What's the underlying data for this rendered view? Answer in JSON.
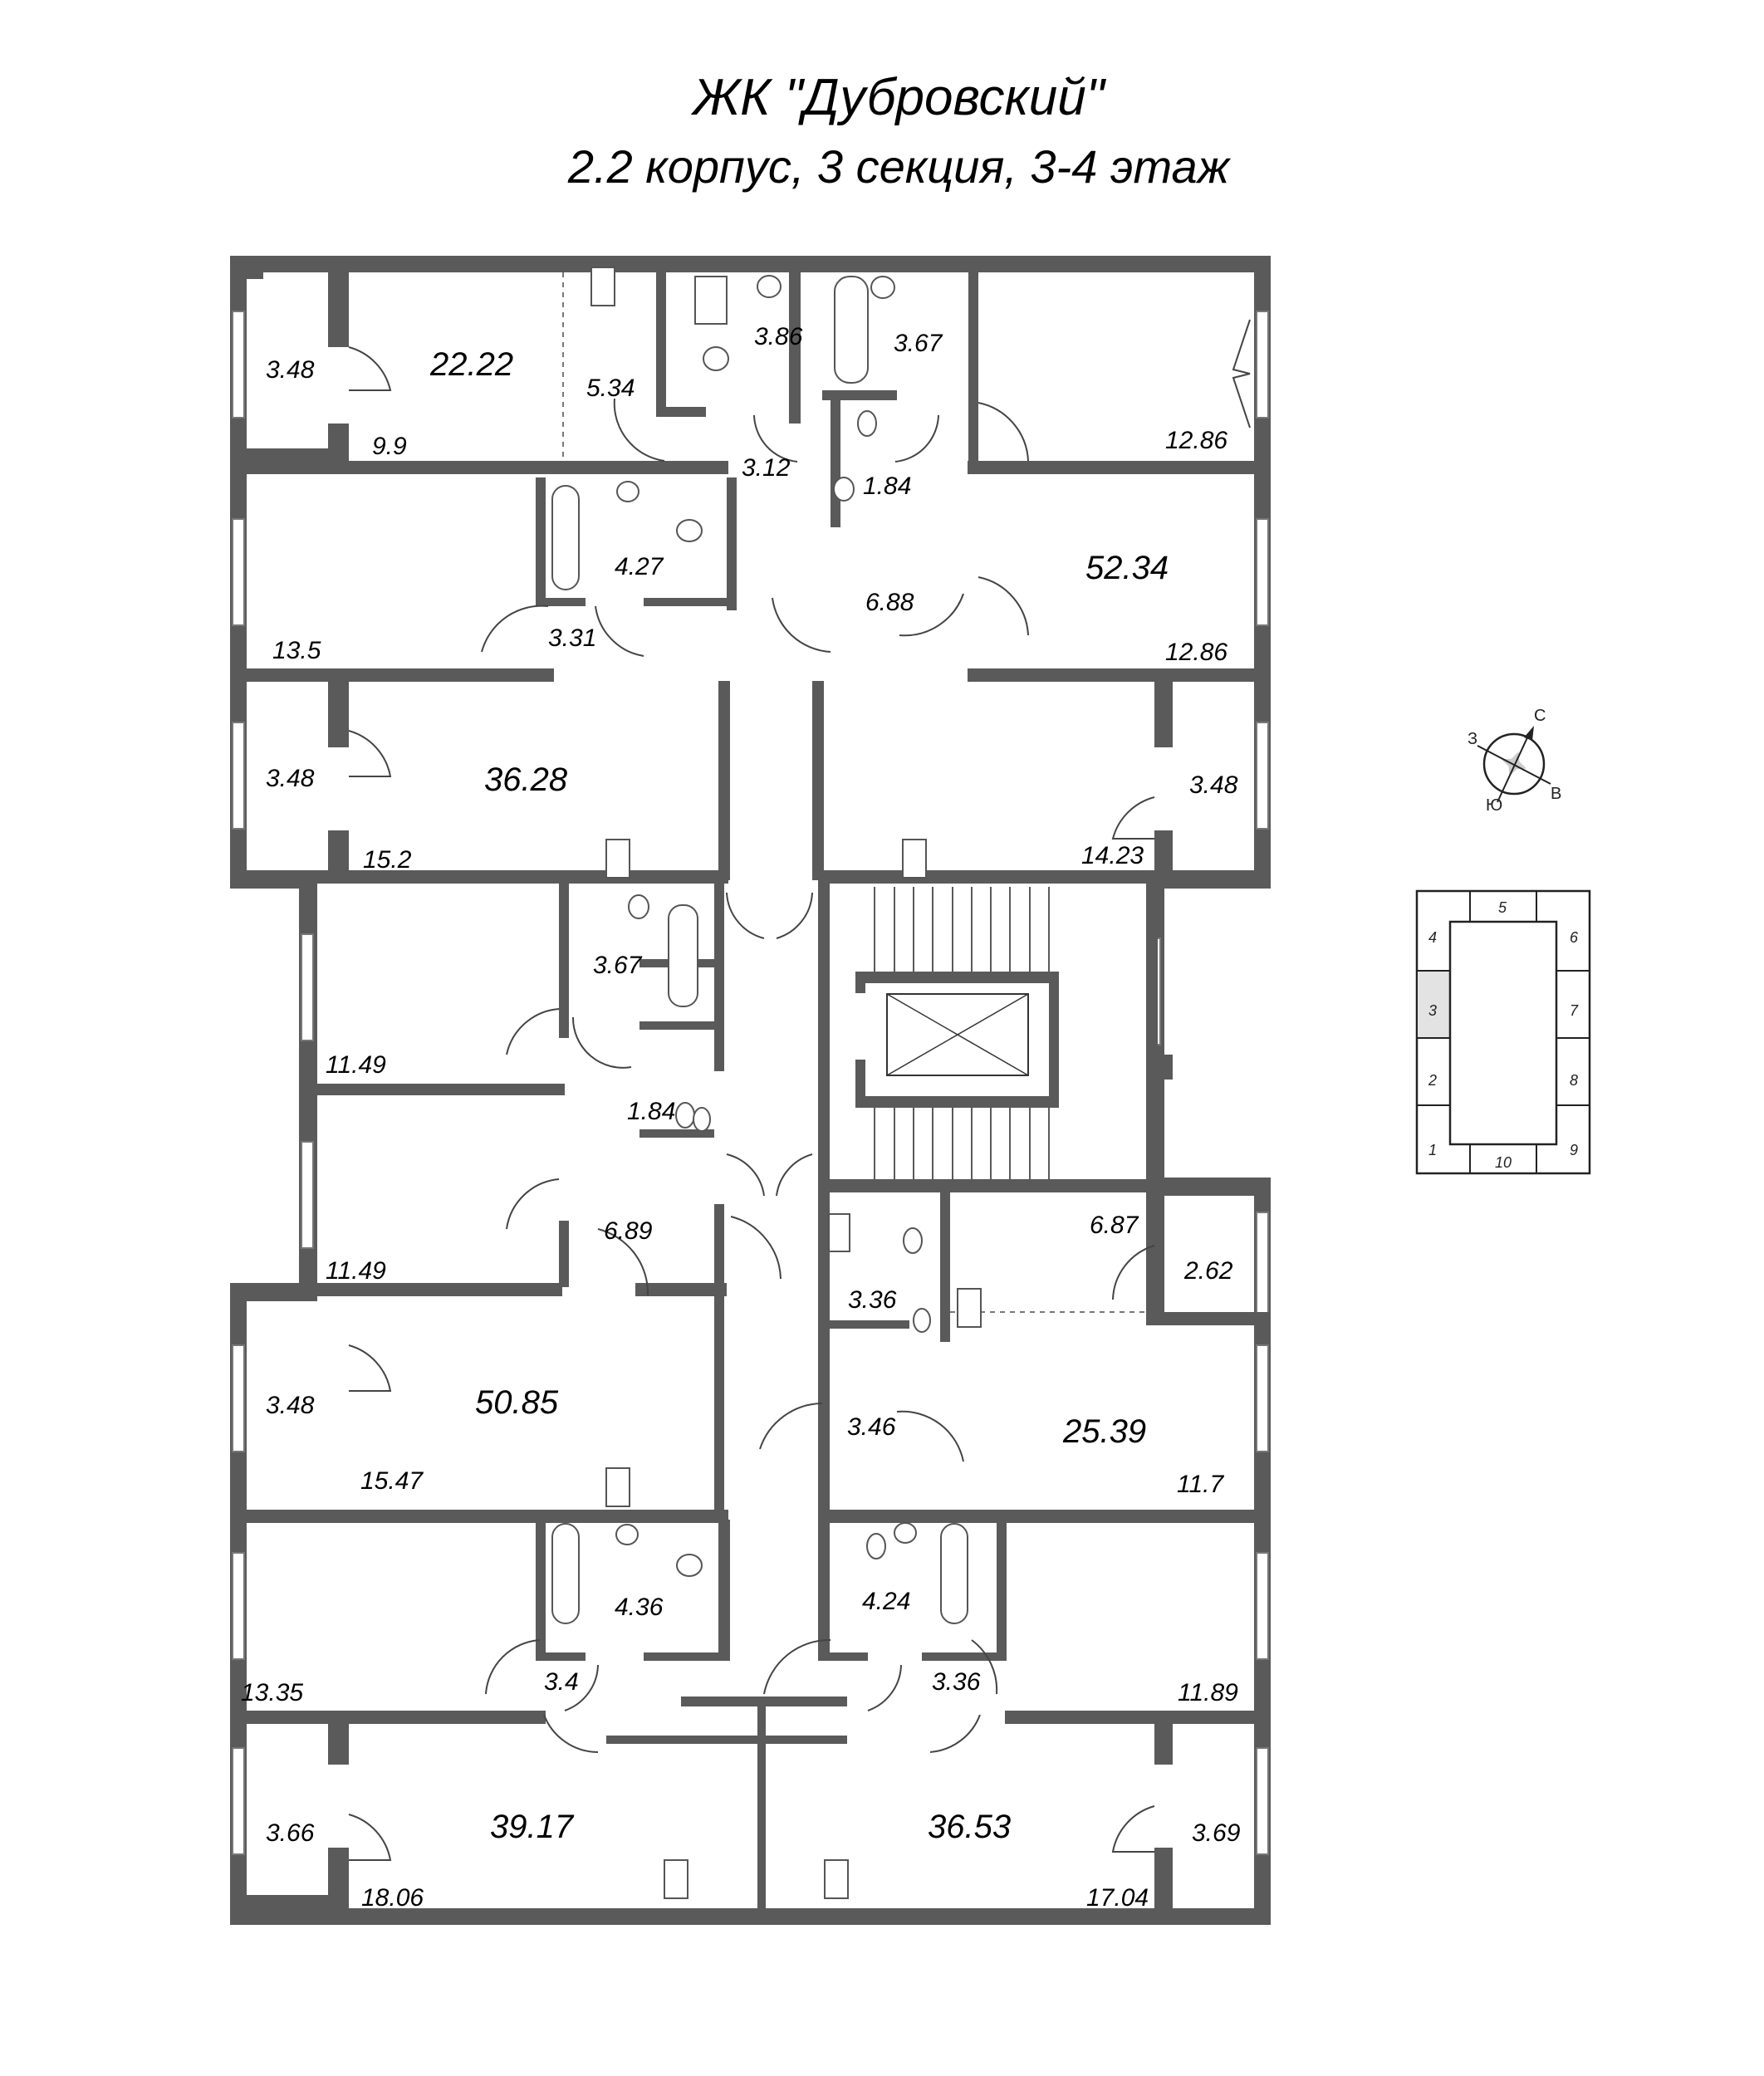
{
  "header": {
    "title": "ЖК \"Дубровский\"",
    "subtitle": "2.2 корпус, 3 секция, 3-4 этаж"
  },
  "colors": {
    "wall": "#5a5a5a",
    "highlight_section": "#e3e3e3"
  },
  "apartments": [
    {
      "id": "apt-top-left-studio",
      "total": "22.22",
      "rooms": [
        "3.48",
        "9.9",
        "5.34",
        "3.86",
        "3.12"
      ]
    },
    {
      "id": "apt-top-right",
      "total": "52.34",
      "rooms": [
        "12.86",
        "3.67",
        "1.84",
        "6.88",
        "12.86",
        "14.23",
        "3.48"
      ]
    },
    {
      "id": "apt-left-upper",
      "total": "36.28",
      "rooms": [
        "13.5",
        "4.27",
        "3.31",
        "3.48",
        "15.2"
      ]
    },
    {
      "id": "apt-left-middle",
      "total": "50.85",
      "rooms": [
        "11.49",
        "3.67",
        "1.84",
        "11.49",
        "6.89",
        "3.48",
        "15.47"
      ]
    },
    {
      "id": "apt-right-middle",
      "total": "25.39",
      "rooms": [
        "6.87",
        "2.62",
        "3.36",
        "3.46",
        "11.7"
      ]
    },
    {
      "id": "apt-bottom-left",
      "total": "39.17",
      "rooms": [
        "13.35",
        "4.36",
        "3.4",
        "3.66",
        "18.06"
      ]
    },
    {
      "id": "apt-bottom-right",
      "total": "36.53",
      "rooms": [
        "11.89",
        "4.24",
        "3.36",
        "3.69",
        "17.04"
      ]
    }
  ],
  "labels": {
    "l_3_48_a": "3.48",
    "l_22_22": "22.22",
    "l_9_9": "9.9",
    "l_5_34": "5.34",
    "l_3_86": "3.86",
    "l_3_67_a": "3.67",
    "l_12_86_a": "12.86",
    "l_3_12": "3.12",
    "l_1_84_a": "1.84",
    "l_4_27": "4.27",
    "l_52_34": "52.34",
    "l_13_5": "13.5",
    "l_3_31": "3.31",
    "l_6_88": "6.88",
    "l_12_86_b": "12.86",
    "l_3_48_b": "3.48",
    "l_36_28": "36.28",
    "l_15_2": "15.2",
    "l_3_48_c": "3.48",
    "l_14_23": "14.23",
    "l_3_67_b": "3.67",
    "l_11_49_a": "11.49",
    "l_1_84_b": "1.84",
    "l_11_49_b": "11.49",
    "l_6_89": "6.89",
    "l_6_87": "6.87",
    "l_2_62": "2.62",
    "l_3_36_a": "3.36",
    "l_3_48_d": "3.48",
    "l_50_85": "50.85",
    "l_3_46": "3.46",
    "l_25_39": "25.39",
    "l_15_47": "15.47",
    "l_11_7": "11.7",
    "l_4_36": "4.36",
    "l_4_24": "4.24",
    "l_13_35": "13.35",
    "l_3_4": "3.4",
    "l_3_36_b": "3.36",
    "l_11_89": "11.89",
    "l_3_66": "3.66",
    "l_39_17": "39.17",
    "l_36_53": "36.53",
    "l_3_69": "3.69",
    "l_18_06": "18.06",
    "l_17_04": "17.04"
  },
  "compass": {
    "north": "С",
    "south": "Ю",
    "west": "З",
    "east": "В"
  },
  "key_plan": {
    "sections": [
      "1",
      "2",
      "3",
      "4",
      "5",
      "6",
      "7",
      "8",
      "9",
      "10"
    ],
    "highlighted": "3"
  }
}
